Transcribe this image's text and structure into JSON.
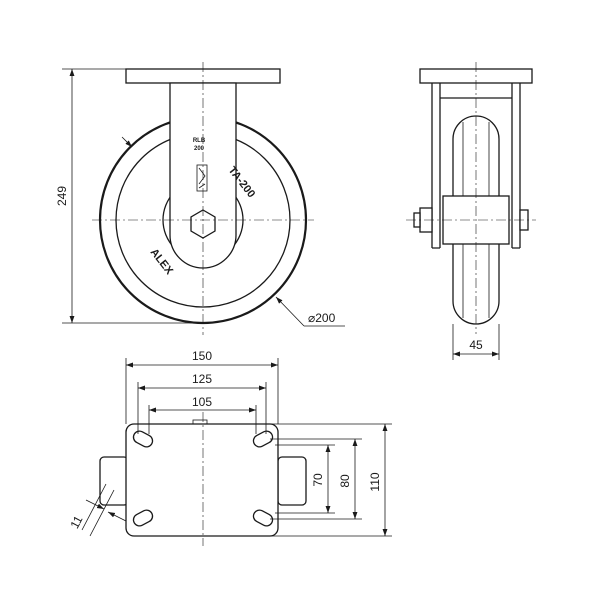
{
  "drawing": {
    "wheel_markings": {
      "brand": "ALEX",
      "model": "TA-200",
      "stamp_line1": "RLB",
      "stamp_line2": "200"
    },
    "dimensions": {
      "height": "249",
      "wheel_diameter": "⌀200",
      "wheel_width": "45",
      "plate_length": "150",
      "hole_spacing_outer": "125",
      "hole_spacing_inner": "105",
      "plate_width": "110",
      "hole_spacing_80": "80",
      "hole_spacing_70": "70",
      "slot_width": "11"
    }
  }
}
